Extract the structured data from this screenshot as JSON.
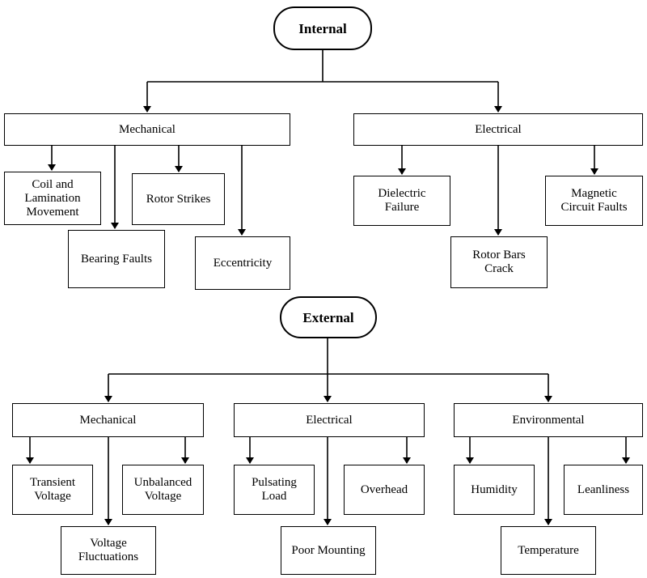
{
  "internal": {
    "title": "Internal",
    "mechanical": {
      "label": "Mechanical",
      "items": [
        "Coil and\nLamination\nMovement",
        "Rotor Strikes",
        "Bearing Faults",
        "Eccentricity"
      ]
    },
    "electrical": {
      "label": "Electrical",
      "items": [
        "Dielectric\nFailure",
        "Magnetic\nCircuit Faults",
        "Rotor Bars\nCrack"
      ]
    }
  },
  "external": {
    "title": "External",
    "mechanical": {
      "label": "Mechanical",
      "items": [
        "Transient\nVoltage",
        "Unbalanced\nVoltage",
        "Voltage\nFluctuations"
      ]
    },
    "electrical": {
      "label": "Electrical",
      "items": [
        "Pulsating\nLoad",
        "Overhead",
        "Poor Mounting"
      ]
    },
    "environmental": {
      "label": "Environmental",
      "items": [
        "Humidity",
        "Leanliness",
        "Temperature"
      ]
    }
  }
}
